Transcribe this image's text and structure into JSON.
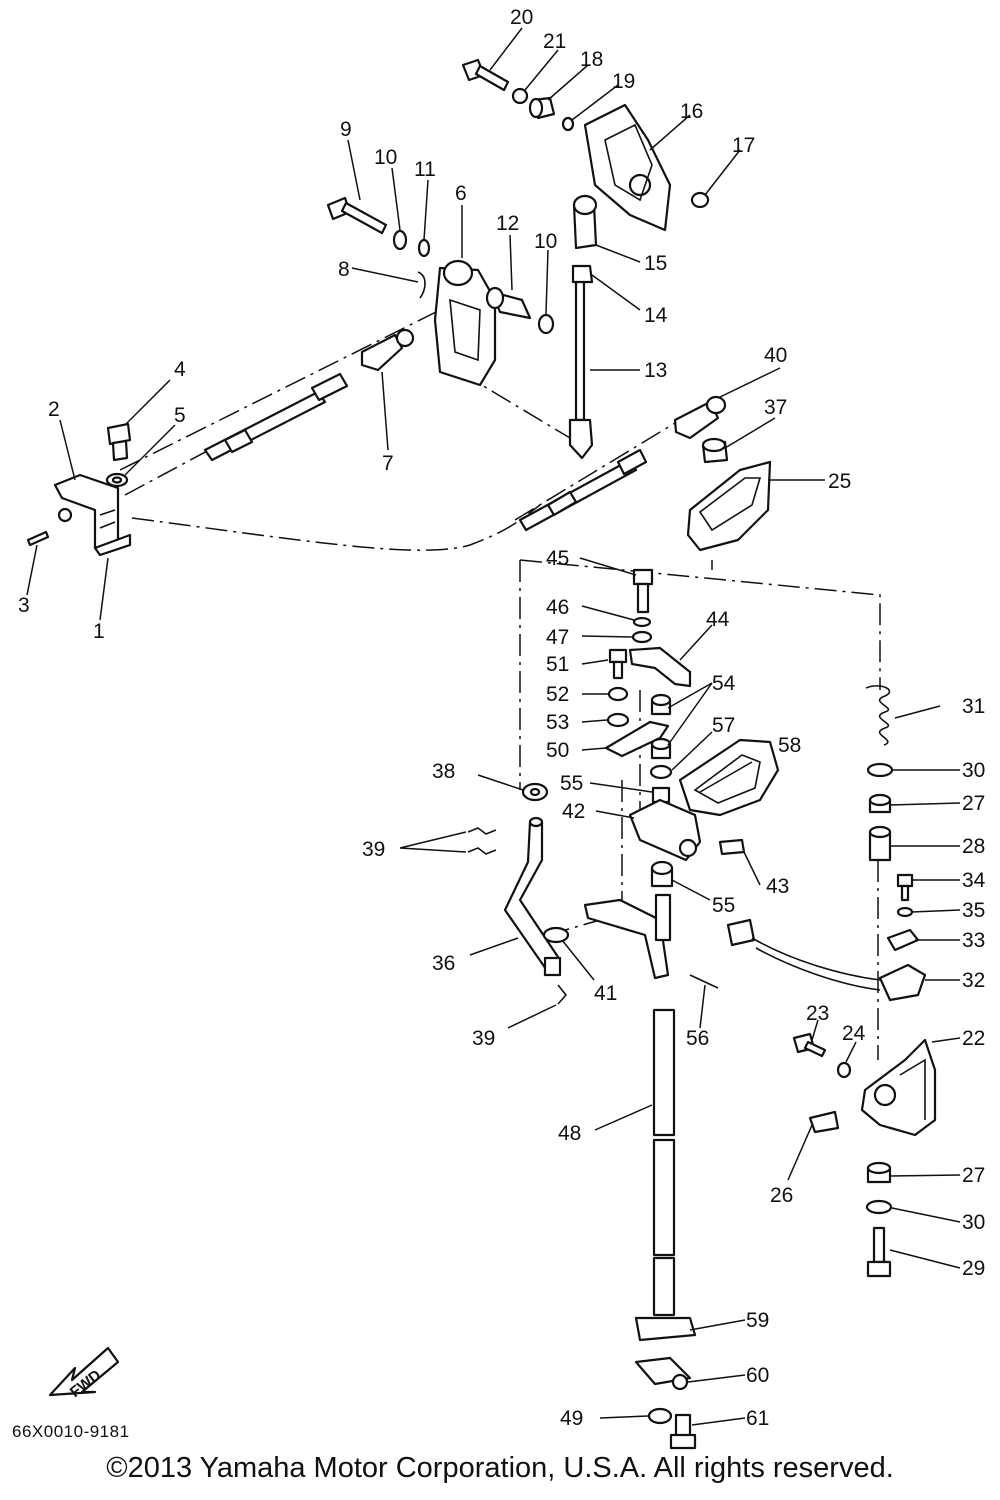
{
  "diagram": {
    "part_code": "66X0010-9181",
    "copyright": "©2013 Yamaha Motor Corporation, U.S.A. All rights reserved.",
    "fwd_label": "FWD"
  },
  "callouts": {
    "c1": "1",
    "c2": "2",
    "c3": "3",
    "c4": "4",
    "c5": "5",
    "c6": "6",
    "c7": "7",
    "c8": "8",
    "c9": "9",
    "c10a": "10",
    "c10b": "10",
    "c11": "11",
    "c12": "12",
    "c13": "13",
    "c14": "14",
    "c15": "15",
    "c16": "16",
    "c17": "17",
    "c18": "18",
    "c19": "19",
    "c20": "20",
    "c21": "21",
    "c22": "22",
    "c23": "23",
    "c24": "24",
    "c25": "25",
    "c26": "26",
    "c27a": "27",
    "c27b": "27",
    "c28": "28",
    "c29": "29",
    "c30a": "30",
    "c30b": "30",
    "c31": "31",
    "c32": "32",
    "c33": "33",
    "c34": "34",
    "c35": "35",
    "c36": "36",
    "c37": "37",
    "c38": "38",
    "c39a": "39",
    "c39b": "39",
    "c40": "40",
    "c41": "41",
    "c42": "42",
    "c43": "43",
    "c44": "44",
    "c45": "45",
    "c46": "46",
    "c47": "47",
    "c48": "48",
    "c49": "49",
    "c50": "50",
    "c51": "51",
    "c52": "52",
    "c53": "53",
    "c54": "54",
    "c55a": "55",
    "c55b": "55",
    "c56": "56",
    "c57": "57",
    "c58": "58",
    "c59": "59",
    "c60": "60",
    "c61": "61"
  }
}
